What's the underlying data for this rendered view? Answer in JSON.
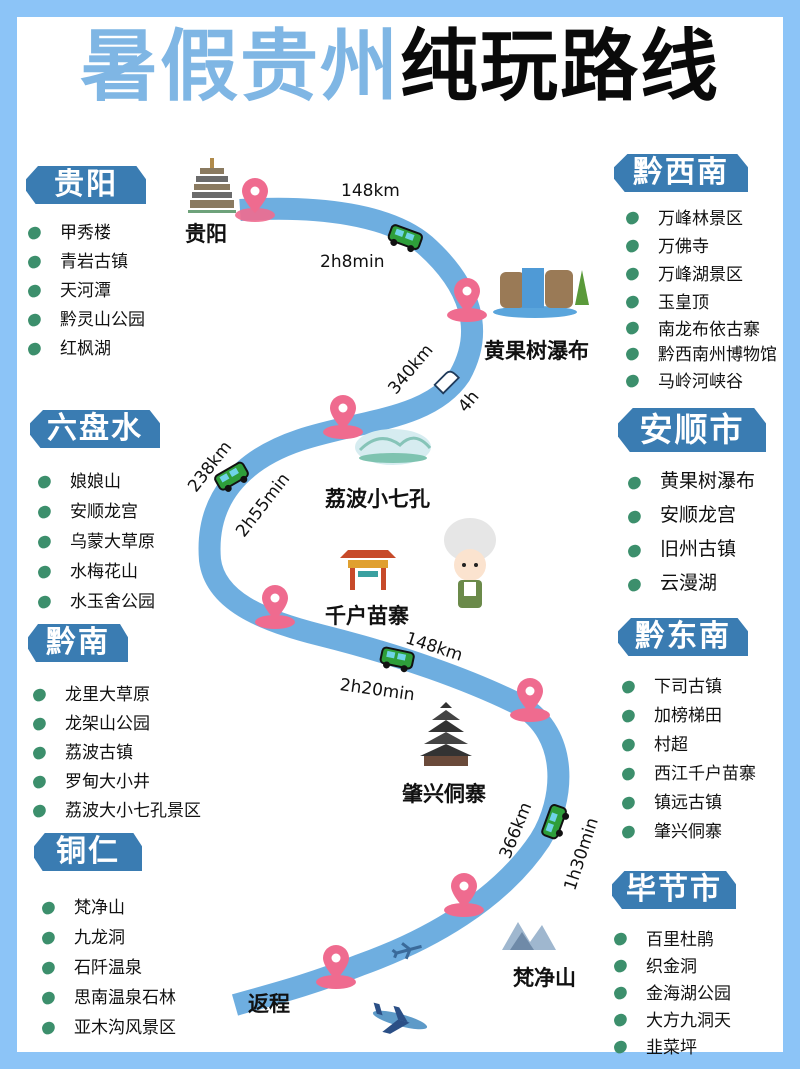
{
  "title": {
    "part1": "暑假贵州",
    "part2": "纯玩路线"
  },
  "colors": {
    "frame": "#8cc4f7",
    "title_blue": "#7fb6e4",
    "badge": "#3a7cb2",
    "route": "#6eaee0",
    "pin": "#ef6b8f",
    "bullet": "#3c8f6c"
  },
  "regions": {
    "guiyang": {
      "label": "贵阳",
      "items": [
        "甲秀楼",
        "青岩古镇",
        "天河潭",
        "黔灵山公园",
        "红枫湖"
      ]
    },
    "liupanshui": {
      "label": "六盘水",
      "items": [
        "娘娘山",
        "安顺龙宫",
        "乌蒙大草原",
        "水梅花山",
        "水玉舍公园"
      ]
    },
    "qiannan": {
      "label": "黔南",
      "items": [
        "龙里大草原",
        "龙架山公园",
        "荔波古镇",
        "罗甸大小井",
        "荔波大小七孔景区"
      ]
    },
    "tongren": {
      "label": "铜仁",
      "items": [
        "梵净山",
        "九龙洞",
        "石阡温泉",
        "思南温泉石林",
        "亚木沟风景区"
      ]
    },
    "qianxinan": {
      "label": "黔西南",
      "items": [
        "万峰林景区",
        "万佛寺",
        "万峰湖景区",
        "玉皇顶",
        "南龙布依古寨",
        "黔西南州博物馆",
        "马岭河峡谷"
      ]
    },
    "anshun": {
      "label": "安顺市",
      "items": [
        "黄果树瀑布",
        "安顺龙宫",
        "旧州古镇",
        "云漫湖"
      ]
    },
    "qiandongnan": {
      "label": "黔东南",
      "items": [
        "下司古镇",
        "加榜梯田",
        "村超",
        "西江千户苗寨",
        "镇远古镇",
        "肇兴侗寨"
      ]
    },
    "bijie": {
      "label": "毕节市",
      "items": [
        "百里杜鹃",
        "织金洞",
        "金海湖公园",
        "大方九洞天",
        "韭菜坪"
      ]
    }
  },
  "route": {
    "stops": [
      "贵阳",
      "黄果树瀑布",
      "荔波小七孔",
      "千户苗寨",
      "肇兴侗寨",
      "梵净山",
      "返程"
    ],
    "legs": [
      {
        "distance": "148km",
        "time": "2h8min",
        "mode": "car-icon"
      },
      {
        "distance": "340km",
        "time": "4h",
        "mode": "train-icon"
      },
      {
        "distance": "238km",
        "time": "2h55min",
        "mode": "car-icon"
      },
      {
        "distance": "148km",
        "time": "2h20min",
        "mode": "car-icon"
      },
      {
        "distance": "366km",
        "time": "1h30min",
        "mode": "car-icon"
      },
      {
        "distance": "",
        "time": "",
        "mode": "plane-icon"
      }
    ]
  }
}
